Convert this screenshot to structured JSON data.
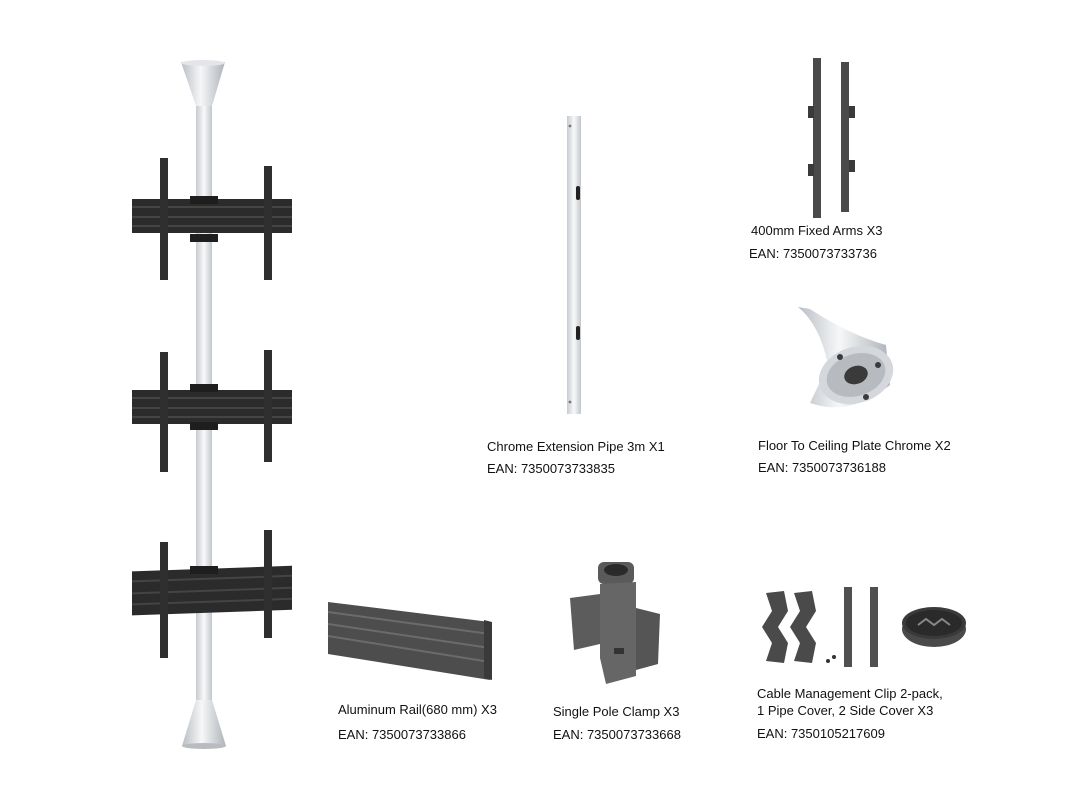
{
  "products": {
    "arms": {
      "name": "400mm Fixed Arms X3",
      "ean": "EAN: 7350073733736"
    },
    "pipe": {
      "name": "Chrome Extension Pipe 3m X1",
      "ean": "EAN:  7350073733835"
    },
    "plate": {
      "name": "Floor To Ceiling Plate Chrome X2",
      "ean": "EAN: 7350073736188"
    },
    "rail": {
      "name": "Aluminum Rail(680 mm) X3",
      "ean": "EAN: 7350073733866"
    },
    "clamp": {
      "name": "Single Pole Clamp X3",
      "ean": "EAN: 7350073733668"
    },
    "cable": {
      "name_line1": "Cable Management Clip 2-pack,",
      "name_line2": "1 Pipe Cover, 2 Side Cover X3",
      "ean": "EAN: 7350105217609"
    }
  },
  "colors": {
    "metal_dark": "#2b2b2b",
    "chrome": "#d9dce0",
    "rail_gray": "#4a4a4a"
  }
}
